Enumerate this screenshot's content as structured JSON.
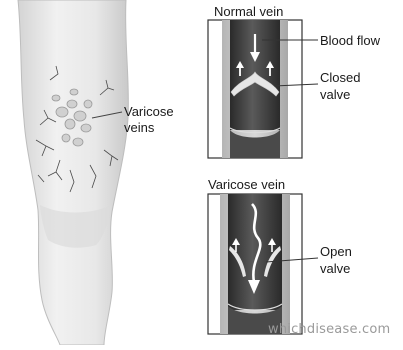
{
  "labels": {
    "varicose_veins_1": "Varicose",
    "varicose_veins_2": "veins",
    "normal_vein_title": "Normal vein",
    "blood_flow": "Blood flow",
    "closed_valve_1": "Closed",
    "closed_valve_2": "valve",
    "varicose_vein_title": "Varicose vein",
    "open_valve_1": "Open",
    "open_valve_2": "valve"
  },
  "watermark": "whichdisease.com",
  "colors": {
    "leg_fill": "#e9e9e9",
    "leg_shadow": "#cfcfcf",
    "vein_dark": "#3a3a3a",
    "vein_wall": "#8e8e8e",
    "panel_border": "#333333"
  }
}
